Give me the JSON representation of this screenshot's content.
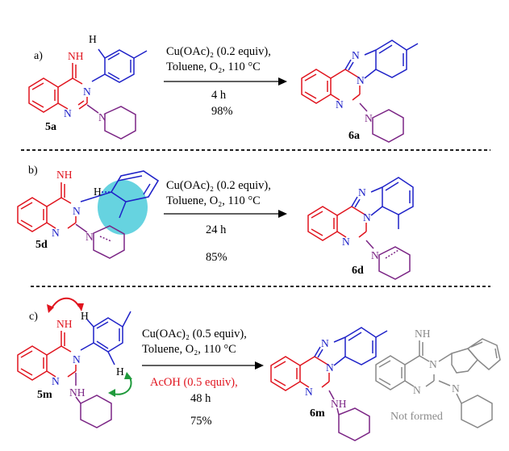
{
  "colors": {
    "red_fragment": "#e0141e",
    "blue_fragment": "#1f22c8",
    "purple_fragment": "#7b2585",
    "grey_fragment": "#888888",
    "ellipse_highlight": "#33c4d6",
    "arrow_green": "#1f9a3c",
    "arrow_red": "#e0141e",
    "reagent_red_text": "#e0141e"
  },
  "reactions": [
    {
      "panel": "a)",
      "substrate": "5a",
      "product": "6a",
      "conditions": [
        "Cu(OAc)₂ (0.2 equiv),",
        "Toluene, O₂, 110 °C"
      ],
      "time": "4 h",
      "yield": "98%"
    },
    {
      "panel": "b)",
      "substrate": "5d",
      "product": "6d",
      "conditions": [
        "Cu(OAc)₂ (0.2 equiv),",
        "Toluene, O₂, 110 °C"
      ],
      "time": "24 h",
      "yield": "85%"
    },
    {
      "panel": "c)",
      "substrate": "5m",
      "product": "6m",
      "conditions": [
        "Cu(OAc)₂ (0.5 equiv),",
        "Toluene, O₂, 110 °C"
      ],
      "additive": "AcOH (0.5 equiv),",
      "time": "48 h",
      "yield": "75%",
      "side_note": "Not formed"
    }
  ],
  "atoms": {
    "imine": "NH",
    "hydrogen": "H",
    "nitrogen": "N",
    "amine": "NH"
  }
}
